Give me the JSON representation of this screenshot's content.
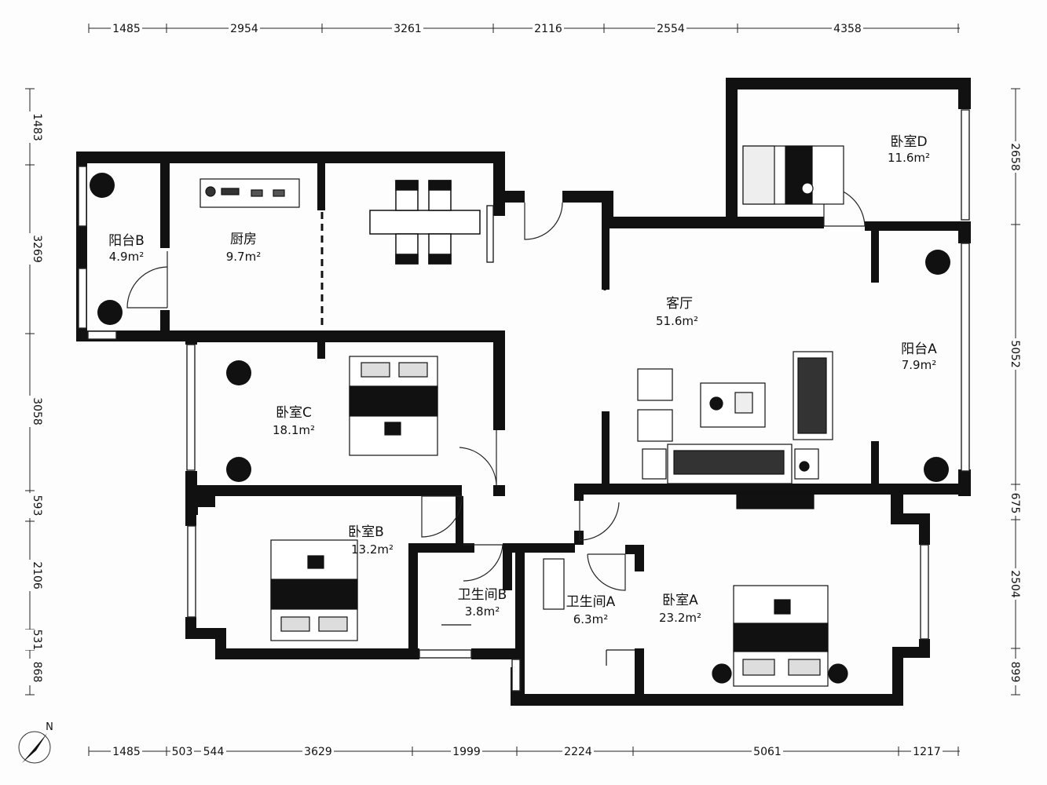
{
  "dimensions": {
    "top": [
      "1485",
      "2954",
      "3261",
      "2116",
      "2554",
      "4358"
    ],
    "bottom": [
      "1485",
      "503",
      "544",
      "3629",
      "1999",
      "2224",
      "5061",
      "1217"
    ],
    "left": [
      "1483",
      "3269",
      "3058",
      "593",
      "2106",
      "531",
      "868"
    ],
    "right": [
      "2658",
      "5052",
      "675",
      "2504",
      "899"
    ]
  },
  "rooms": {
    "living": {
      "name": "客厅",
      "area": "51.6m²"
    },
    "bedroom_a": {
      "name": "卧室A",
      "area": "23.2m²"
    },
    "bedroom_b": {
      "name": "卧室B",
      "area": "13.2m²"
    },
    "bedroom_c": {
      "name": "卧室C",
      "area": "18.1m²"
    },
    "bedroom_d": {
      "name": "卧室D",
      "area": "11.6m²"
    },
    "kitchen": {
      "name": "厨房",
      "area": "9.7m²"
    },
    "balcony_a": {
      "name": "阳台A",
      "area": "7.9m²"
    },
    "balcony_b": {
      "name": "阳台B",
      "area": "4.9m²"
    },
    "bath_a": {
      "name": "卫生间A",
      "area": "6.3m²"
    },
    "bath_b": {
      "name": "卫生间B",
      "area": "3.8m²"
    }
  },
  "compass": {
    "label": "N"
  }
}
